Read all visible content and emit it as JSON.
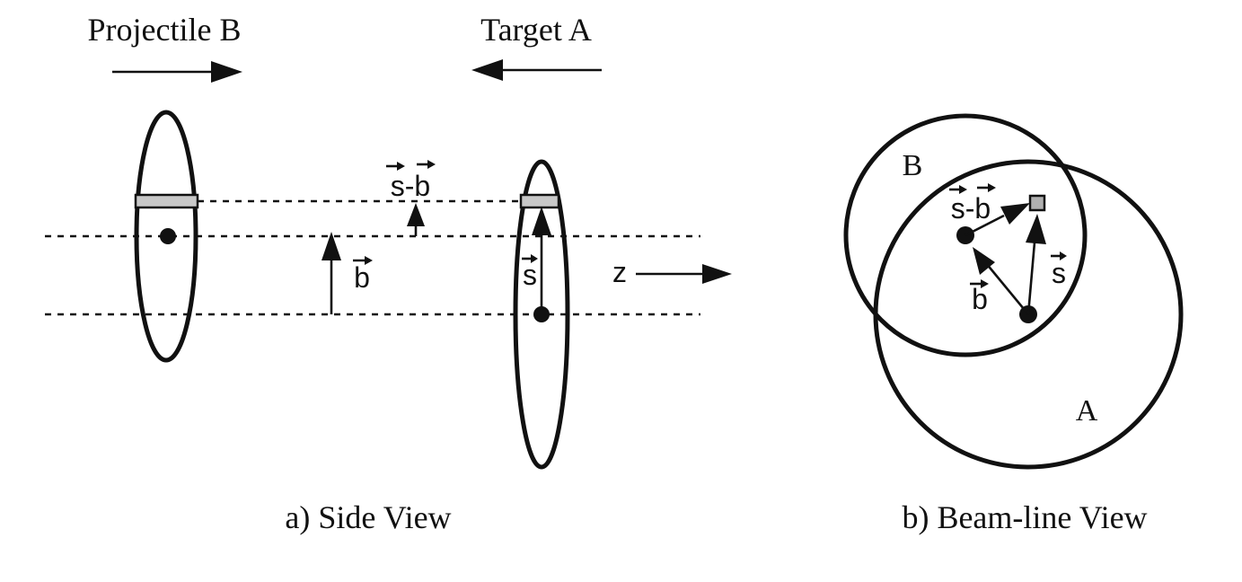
{
  "side_view": {
    "projectile_label": "Projectile B",
    "target_label": "Target A",
    "vec_s_minus_b": "s-b",
    "vec_b": "b",
    "vec_s": "s",
    "axis_label": "z",
    "caption": "a) Side View"
  },
  "beam_view": {
    "nucleus_b_label": "B",
    "nucleus_a_label": "A",
    "vec_s_minus_b": "s-b",
    "vec_b": "b",
    "vec_s": "s",
    "caption": "b) Beam-line View"
  },
  "colors": {
    "ink": "#111111",
    "tube_fill": "#c8c8c8"
  }
}
